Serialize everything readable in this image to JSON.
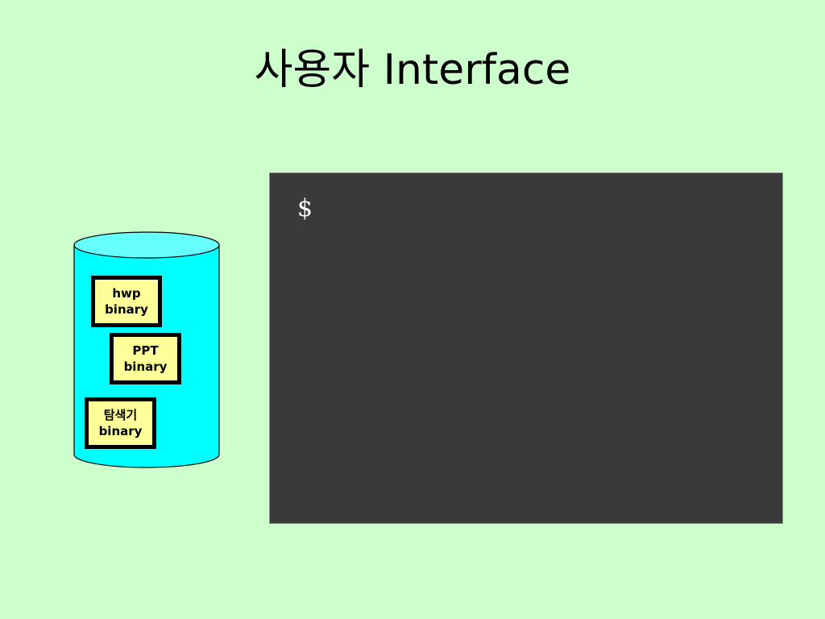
{
  "slide": {
    "title": "사용자 Interface"
  },
  "disk": {
    "fill_color": "#00ffff",
    "files": [
      {
        "line1": "hwp",
        "line2": "binary"
      },
      {
        "line1": "PPT",
        "line2": "binary"
      },
      {
        "line1": "탐색기",
        "line2": "binary"
      }
    ]
  },
  "terminal": {
    "prompt": "$",
    "background_color": "#3a3a3a"
  },
  "colors": {
    "background": "#ccffcc",
    "file_box_fill": "#ffff99"
  }
}
